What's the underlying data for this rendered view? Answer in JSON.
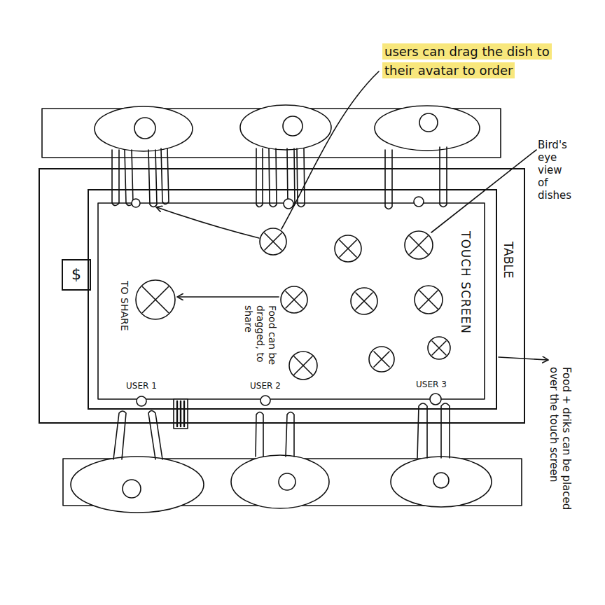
{
  "diagram": {
    "nodes": [
      {
        "text": [
          "TABLE"
        ]
      },
      {
        "text": [
          "TOUCH SCREEN"
        ],
        "in": 0
      },
      {
        "text": [
          "$"
        ],
        "in": 0
      },
      {
        "text": [
          "TO SHARE"
        ],
        "in": 1
      }
    ],
    "labels": [
      "users can drag the dish to their avatar to order",
      "Bird's eye view of dishes",
      "Food can be dragged, to share",
      "USER 1",
      "USER 2",
      "USER 3",
      "Food + driks can be placed over the touch screen"
    ]
  }
}
